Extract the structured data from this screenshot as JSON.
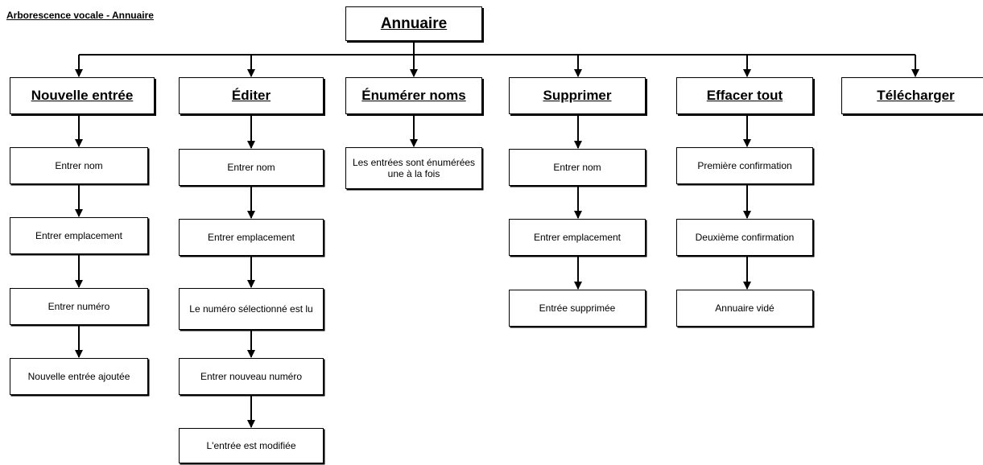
{
  "caption": "Arborescence vocale - Annuaire",
  "root": "Annuaire",
  "categories": [
    {
      "label": "Nouvelle entrée",
      "steps": [
        "Entrer nom",
        "Entrer emplacement",
        "Entrer numéro",
        "Nouvelle entrée ajoutée"
      ]
    },
    {
      "label": "Éditer",
      "steps": [
        "Entrer nom",
        "Entrer emplacement",
        "Le numéro sélectionné est lu",
        "Entrer nouveau numéro",
        "L'entrée est modifiée"
      ]
    },
    {
      "label": "Énumérer noms",
      "steps": [
        "Les entrées sont énumérées une à la fois"
      ]
    },
    {
      "label": "Supprimer",
      "steps": [
        "Entrer nom",
        "Entrer emplacement",
        "Entrée supprimée"
      ]
    },
    {
      "label": "Effacer tout",
      "steps": [
        "Première confirmation",
        "Deuxième confirmation",
        "Annuaire vidé"
      ]
    },
    {
      "label": "Télécharger",
      "steps": []
    }
  ]
}
